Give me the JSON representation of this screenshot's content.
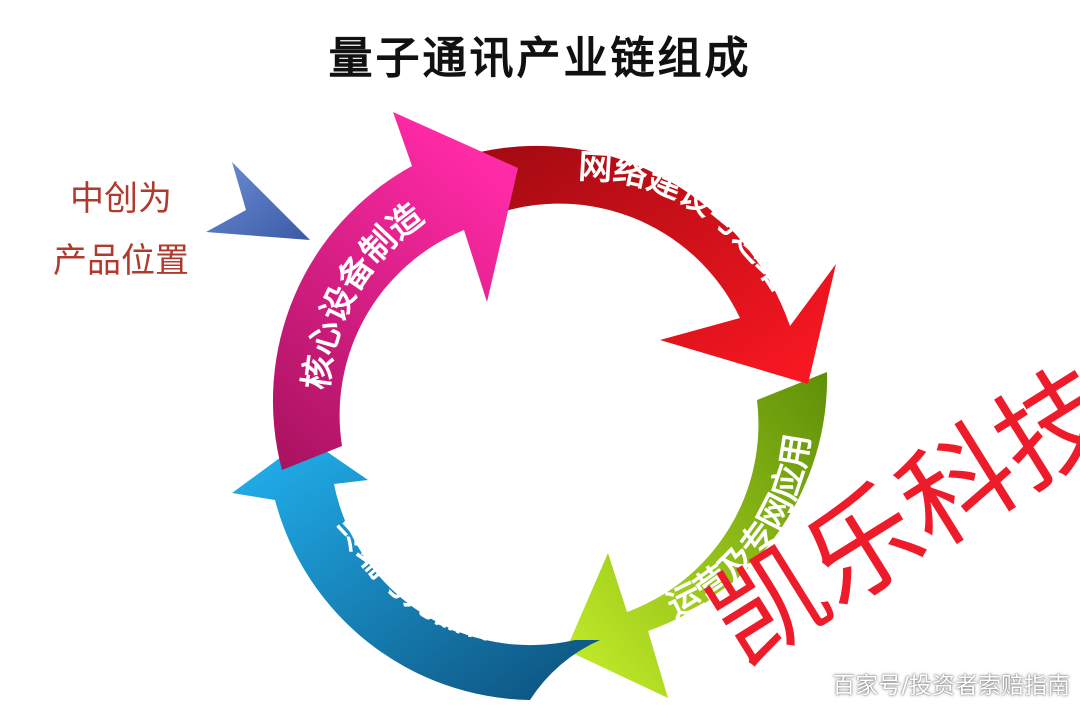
{
  "title": "量子通讯产业链组成",
  "side_label": {
    "line1": "中创为",
    "line2": "产品位置"
  },
  "segments": [
    {
      "label": "核心设备制造",
      "color": "#d81f86"
    },
    {
      "label": "网络建设与运维",
      "color": "#e2101a"
    },
    {
      "label": "运营及专网应用",
      "color": "#8bc21c"
    },
    {
      "label": "终端与元器件",
      "color": "#1a9fdc"
    }
  ],
  "pointer_icon": "arrow-pointer-icon",
  "watermark": "凯乐科技",
  "footer": "百家号/投资者索赔指南"
}
